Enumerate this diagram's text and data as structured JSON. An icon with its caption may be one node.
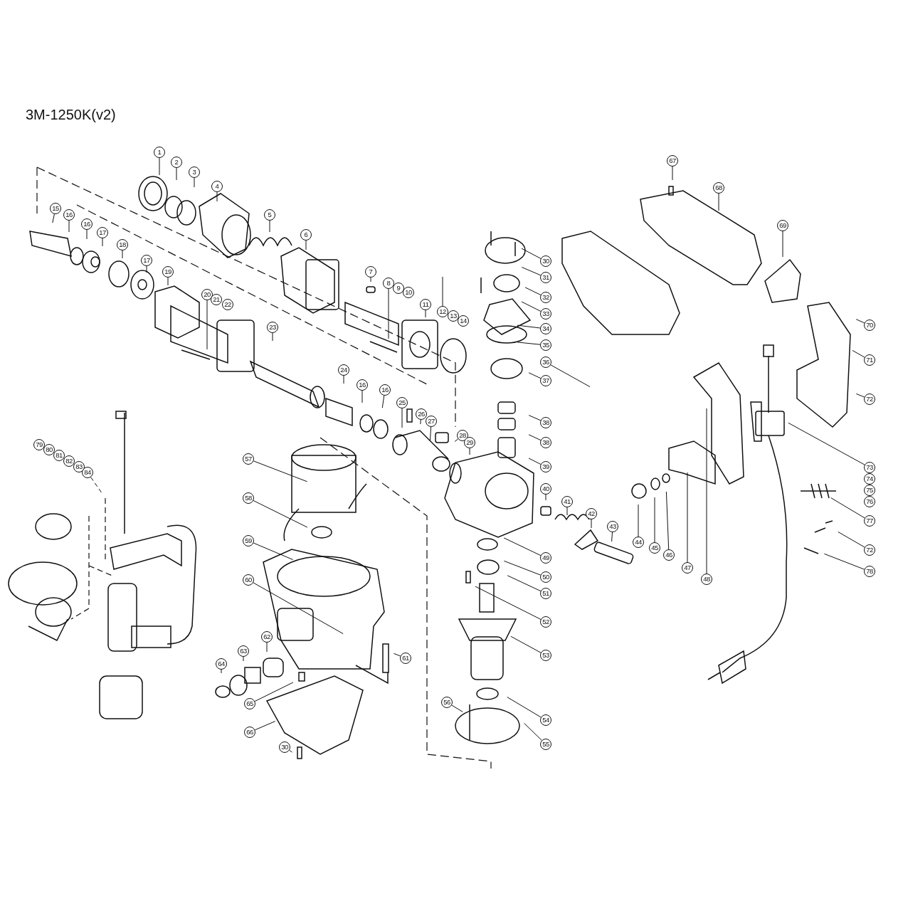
{
  "diagram": {
    "title": "3M-1250K(v2)",
    "nodes": [
      {
        "text": [
          "1"
        ]
      },
      {
        "text": [
          "2"
        ]
      },
      {
        "text": [
          "3"
        ]
      },
      {
        "text": [
          "4"
        ]
      },
      {
        "text": [
          "5"
        ]
      },
      {
        "text": [
          "6"
        ]
      },
      {
        "text": [
          "7"
        ]
      },
      {
        "text": [
          "8"
        ]
      },
      {
        "text": [
          "11"
        ]
      },
      {
        "text": [
          "12"
        ]
      },
      {
        "text": [
          "15"
        ]
      },
      {
        "text": [
          "16"
        ]
      },
      {
        "text": [
          "16"
        ]
      },
      {
        "text": [
          "17"
        ]
      },
      {
        "text": [
          "18"
        ]
      },
      {
        "text": [
          "17"
        ]
      },
      {
        "text": [
          "19"
        ]
      },
      {
        "text": [
          "20"
        ]
      },
      {
        "text": [
          "23"
        ]
      },
      {
        "text": [
          "24"
        ]
      },
      {
        "text": [
          "16"
        ]
      },
      {
        "text": [
          "16"
        ]
      },
      {
        "text": [
          "25"
        ]
      },
      {
        "text": [
          "26"
        ]
      },
      {
        "text": [
          "27"
        ]
      },
      {
        "text": [
          "28"
        ]
      },
      {
        "text": [
          "29"
        ]
      },
      {
        "text": [
          "30"
        ]
      },
      {
        "text": [
          "31"
        ]
      },
      {
        "text": [
          "32"
        ]
      },
      {
        "text": [
          "33"
        ]
      },
      {
        "text": [
          "34"
        ]
      },
      {
        "text": [
          "35"
        ]
      },
      {
        "text": [
          "36"
        ]
      },
      {
        "text": [
          "37"
        ]
      },
      {
        "text": [
          "38"
        ]
      },
      {
        "text": [
          "38"
        ]
      },
      {
        "text": [
          "39"
        ]
      },
      {
        "text": [
          "40"
        ]
      },
      {
        "text": [
          "41"
        ]
      },
      {
        "text": [
          "42"
        ]
      },
      {
        "text": [
          "43"
        ]
      },
      {
        "text": [
          "44"
        ]
      },
      {
        "text": [
          "45"
        ]
      },
      {
        "text": [
          "46"
        ]
      },
      {
        "text": [
          "47"
        ]
      },
      {
        "text": [
          "48"
        ]
      },
      {
        "text": [
          "49"
        ]
      },
      {
        "text": [
          "50"
        ]
      },
      {
        "text": [
          "51"
        ]
      },
      {
        "text": [
          "52"
        ]
      },
      {
        "text": [
          "53"
        ]
      },
      {
        "text": [
          "54"
        ]
      },
      {
        "text": [
          "55"
        ]
      },
      {
        "text": [
          "56"
        ]
      },
      {
        "text": [
          "57"
        ]
      },
      {
        "text": [
          "58"
        ]
      },
      {
        "text": [
          "59"
        ]
      },
      {
        "text": [
          "60"
        ]
      },
      {
        "text": [
          "61"
        ]
      },
      {
        "text": [
          "62"
        ]
      },
      {
        "text": [
          "63"
        ]
      },
      {
        "text": [
          "64"
        ]
      },
      {
        "text": [
          "65"
        ]
      },
      {
        "text": [
          "66"
        ]
      },
      {
        "text": [
          "30"
        ]
      },
      {
        "text": [
          "67"
        ]
      },
      {
        "text": [
          "68"
        ]
      },
      {
        "text": [
          "69"
        ]
      },
      {
        "text": [
          "70"
        ]
      },
      {
        "text": [
          "71"
        ]
      },
      {
        "text": [
          "72"
        ]
      },
      {
        "text": [
          "73"
        ]
      },
      {
        "text": [
          "77"
        ]
      },
      {
        "text": [
          "72"
        ]
      },
      {
        "text": [
          "78"
        ]
      },
      {
        "text": [
          "84"
        ]
      },
      {
        "text": [
          "9"
        ]
      },
      {
        "text": [
          "10"
        ]
      },
      {
        "text": [
          "21"
        ]
      },
      {
        "text": [
          "22"
        ]
      },
      {
        "text": [
          "13"
        ]
      },
      {
        "text": [
          "14"
        ]
      },
      {
        "text": [
          "79"
        ]
      },
      {
        "text": [
          "80"
        ]
      },
      {
        "text": [
          "81"
        ]
      },
      {
        "text": [
          "82"
        ]
      },
      {
        "text": [
          "83"
        ]
      },
      {
        "text": [
          "74"
        ]
      },
      {
        "text": [
          "75"
        ]
      },
      {
        "text": [
          "76"
        ]
      }
    ],
    "edges": [
      {
        "from": 0,
        "to": null,
        "arrow": "none"
      },
      {
        "from": 1,
        "to": null,
        "arrow": "none"
      },
      {
        "from": 2,
        "to": null,
        "arrow": "none"
      },
      {
        "from": 3,
        "to": null,
        "arrow": "none"
      },
      {
        "from": 4,
        "to": null,
        "arrow": "none"
      },
      {
        "from": 5,
        "to": null,
        "arrow": "none"
      },
      {
        "from": 6,
        "to": null,
        "arrow": "none"
      },
      {
        "from": 7,
        "to": null,
        "arrow": "none"
      },
      {
        "from": 8,
        "to": null,
        "arrow": "none"
      },
      {
        "from": 9,
        "to": null,
        "arrow": "none"
      },
      {
        "from": 10,
        "to": null,
        "arrow": "none"
      },
      {
        "from": 11,
        "to": null,
        "arrow": "none"
      },
      {
        "from": 12,
        "to": null,
        "arrow": "none"
      },
      {
        "from": 13,
        "to": null,
        "arrow": "none"
      },
      {
        "from": 14,
        "to": null,
        "arrow": "none"
      },
      {
        "from": 15,
        "to": null,
        "arrow": "none"
      },
      {
        "from": 16,
        "to": null,
        "arrow": "none"
      },
      {
        "from": 17,
        "to": null,
        "arrow": "none"
      },
      {
        "from": 18,
        "to": null,
        "arrow": "none"
      },
      {
        "from": 19,
        "to": null,
        "arrow": "none"
      },
      {
        "from": 20,
        "to": null,
        "arrow": "none"
      },
      {
        "from": 21,
        "to": null,
        "arrow": "none"
      },
      {
        "from": 22,
        "to": null,
        "arrow": "none"
      },
      {
        "from": 23,
        "to": null,
        "arrow": "none"
      },
      {
        "from": 24,
        "to": null,
        "arrow": "none"
      },
      {
        "from": 25,
        "to": null,
        "arrow": "none"
      },
      {
        "from": 26,
        "to": null,
        "arrow": "none"
      },
      {
        "from": 27,
        "to": null,
        "arrow": "none"
      },
      {
        "from": 28,
        "to": null,
        "arrow": "none"
      },
      {
        "from": 29,
        "to": null,
        "arrow": "none"
      },
      {
        "from": 30,
        "to": null,
        "arrow": "none"
      },
      {
        "from": 31,
        "to": null,
        "arrow": "none"
      },
      {
        "from": 32,
        "to": null,
        "arrow": "none"
      },
      {
        "from": 33,
        "to": null,
        "arrow": "none"
      },
      {
        "from": 34,
        "to": null,
        "arrow": "none"
      },
      {
        "from": 35,
        "to": null,
        "arrow": "none"
      },
      {
        "from": 36,
        "to": null,
        "arrow": "none"
      },
      {
        "from": 37,
        "to": null,
        "arrow": "none"
      },
      {
        "from": 38,
        "to": null,
        "arrow": "none"
      },
      {
        "from": 39,
        "to": null,
        "arrow": "none"
      },
      {
        "from": 40,
        "to": null,
        "arrow": "none"
      },
      {
        "from": 41,
        "to": null,
        "arrow": "none"
      },
      {
        "from": 42,
        "to": null,
        "arrow": "none"
      },
      {
        "from": 43,
        "to": null,
        "arrow": "none"
      },
      {
        "from": 44,
        "to": null,
        "arrow": "none"
      },
      {
        "from": 45,
        "to": null,
        "arrow": "none"
      },
      {
        "from": 46,
        "to": null,
        "arrow": "none"
      },
      {
        "from": 47,
        "to": null,
        "arrow": "none"
      },
      {
        "from": 48,
        "to": null,
        "arrow": "none"
      },
      {
        "from": 49,
        "to": null,
        "arrow": "none"
      },
      {
        "from": 50,
        "to": null,
        "arrow": "none"
      },
      {
        "from": 51,
        "to": null,
        "arrow": "none"
      },
      {
        "from": 52,
        "to": null,
        "arrow": "none"
      },
      {
        "from": 53,
        "to": null,
        "arrow": "none"
      },
      {
        "from": 54,
        "to": null,
        "arrow": "none"
      },
      {
        "from": 55,
        "to": null,
        "arrow": "none"
      },
      {
        "from": 56,
        "to": null,
        "arrow": "none"
      },
      {
        "from": 57,
        "to": null,
        "arrow": "none"
      },
      {
        "from": 58,
        "to": null,
        "arrow": "none"
      },
      {
        "from": 59,
        "to": null,
        "arrow": "none"
      },
      {
        "from": 60,
        "to": null,
        "arrow": "none"
      },
      {
        "from": 61,
        "to": null,
        "arrow": "none"
      },
      {
        "from": 62,
        "to": null,
        "arrow": "none"
      },
      {
        "from": 63,
        "to": null,
        "arrow": "none"
      },
      {
        "from": 64,
        "to": null,
        "arrow": "none"
      },
      {
        "from": 65,
        "to": null,
        "arrow": "none"
      },
      {
        "from": 66,
        "to": null,
        "arrow": "none"
      },
      {
        "from": 67,
        "to": null,
        "arrow": "none"
      },
      {
        "from": 68,
        "to": null,
        "arrow": "none"
      },
      {
        "from": 69,
        "to": null,
        "arrow": "none"
      },
      {
        "from": 70,
        "to": null,
        "arrow": "none"
      },
      {
        "from": 71,
        "to": null,
        "arrow": "none"
      },
      {
        "from": 72,
        "to": null,
        "arrow": "none"
      },
      {
        "from": 73,
        "to": null,
        "arrow": "none"
      },
      {
        "from": 74,
        "to": null,
        "arrow": "none"
      },
      {
        "from": 75,
        "to": null,
        "arrow": "none"
      },
      {
        "from": 76,
        "to": null,
        "arrow": "none",
        "style": "dashed"
      }
    ]
  }
}
